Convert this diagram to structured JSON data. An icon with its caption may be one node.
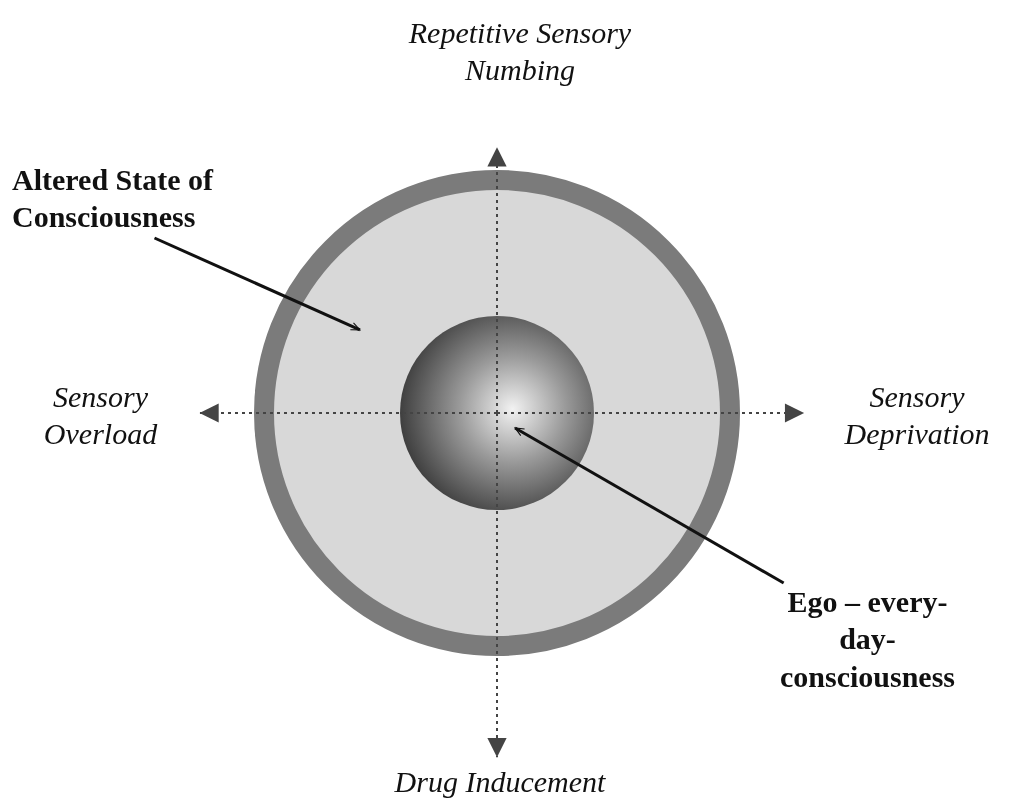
{
  "diagram": {
    "nodes": [
      {
        "text": [],
        "shape": "circle"
      },
      {
        "text": [],
        "shape": "circle",
        "in": 0
      },
      {
        "text": [
          "Altered State of Consciousness"
        ]
      },
      {
        "text": [
          "Ego – every-day-consciousness"
        ]
      },
      {
        "text": [
          "Repetitive Sensory Numbing"
        ]
      },
      {
        "text": [
          "Sensory Overload"
        ]
      },
      {
        "text": [
          "Sensory Deprivation"
        ]
      },
      {
        "text": [
          "Drug Inducement"
        ]
      }
    ],
    "edges": [
      {
        "from": 2,
        "to": 0,
        "arrow": "to"
      },
      {
        "from": 3,
        "to": 1,
        "arrow": "to"
      },
      {
        "from": 1,
        "to": 4,
        "arrow": "to",
        "style": "dashed"
      },
      {
        "from": 1,
        "to": 5,
        "arrow": "to",
        "style": "dashed"
      },
      {
        "from": 1,
        "to": 6,
        "arrow": "to",
        "style": "dashed"
      },
      {
        "from": 1,
        "to": 7,
        "arrow": "to",
        "style": "dashed"
      }
    ]
  }
}
